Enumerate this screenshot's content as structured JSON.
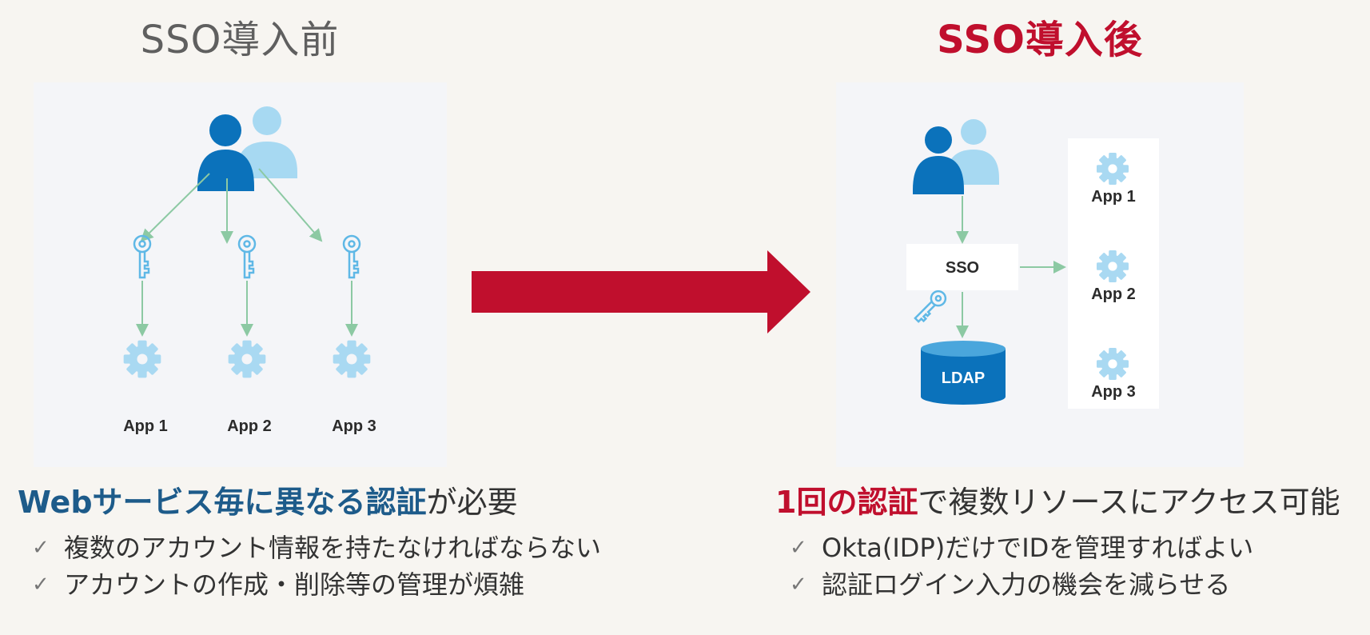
{
  "before": {
    "title": "SSO導入前",
    "diagram": {
      "apps": [
        "App 1",
        "App 2",
        "App 3"
      ]
    },
    "headline": {
      "strong_1": "Webサービス毎に異なる",
      "strong_2": "認証",
      "rest": "が必要"
    },
    "bullets": [
      "複数のアカウント情報を持たなければならない",
      "アカウントの作成・削除等の管理が煩雑"
    ]
  },
  "after": {
    "title": "SSO導入後",
    "diagram": {
      "sso_label": "SSO",
      "ldap_label": "LDAP",
      "apps": [
        "App 1",
        "App 2",
        "App 3"
      ]
    },
    "headline": {
      "strong": "1回の認証",
      "rest": "で複数リソースにアクセス可能"
    },
    "bullets": [
      "Okta(IDP)だけでIDを管理すればよい",
      "認証ログイン入力の機会を減らせる"
    ]
  },
  "colors": {
    "accent_red": "#c00f2d",
    "accent_blue": "#1d5b8a",
    "user_dark": "#0b72bb",
    "user_light": "#a7d9f2",
    "gear": "#a9d9f2",
    "connector": "#8cc9a3"
  },
  "icons": {
    "check": "✓",
    "users": "users-icon",
    "key": "key-icon",
    "gear": "gear-icon",
    "database": "database-icon",
    "arrow": "right-arrow-icon"
  }
}
